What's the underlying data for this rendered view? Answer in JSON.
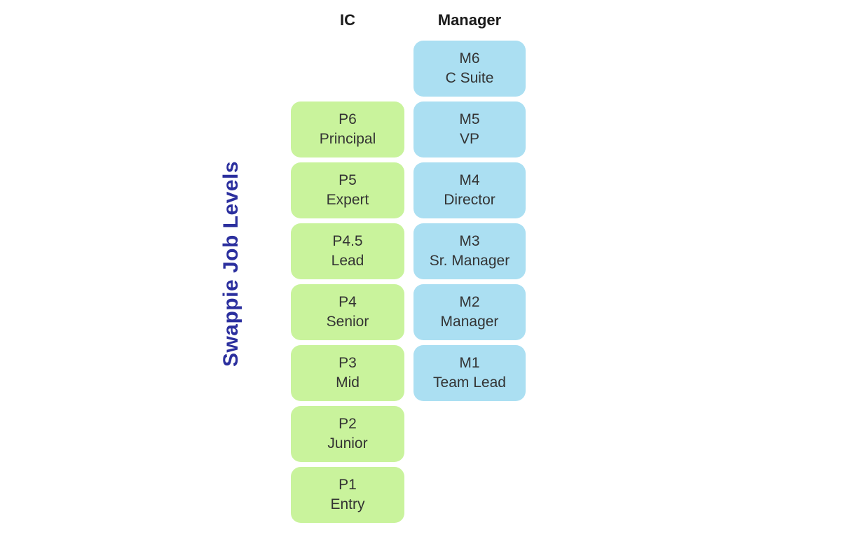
{
  "title": "Swappie Job Levels",
  "ic": {
    "header": "IC",
    "levels": [
      {
        "code": "P6",
        "name": "Principal"
      },
      {
        "code": "P5",
        "name": "Expert"
      },
      {
        "code": "P4.5",
        "name": "Lead"
      },
      {
        "code": "P4",
        "name": "Senior"
      },
      {
        "code": "P3",
        "name": "Mid"
      },
      {
        "code": "P2",
        "name": "Junior"
      },
      {
        "code": "P1",
        "name": "Entry"
      }
    ]
  },
  "manager": {
    "header": "Manager",
    "levels": [
      {
        "code": "M6",
        "name": "C Suite"
      },
      {
        "code": "M5",
        "name": "VP"
      },
      {
        "code": "M4",
        "name": "Director"
      },
      {
        "code": "M3",
        "name": "Sr. Manager"
      },
      {
        "code": "M2",
        "name": "Manager"
      },
      {
        "code": "M1",
        "name": "Team Lead"
      }
    ]
  },
  "colors": {
    "ic_box": "#c9f39c",
    "manager_box": "#abdff2",
    "title": "#2b2f9e",
    "box_text": "#333333",
    "header_text": "#1b1b1b"
  }
}
